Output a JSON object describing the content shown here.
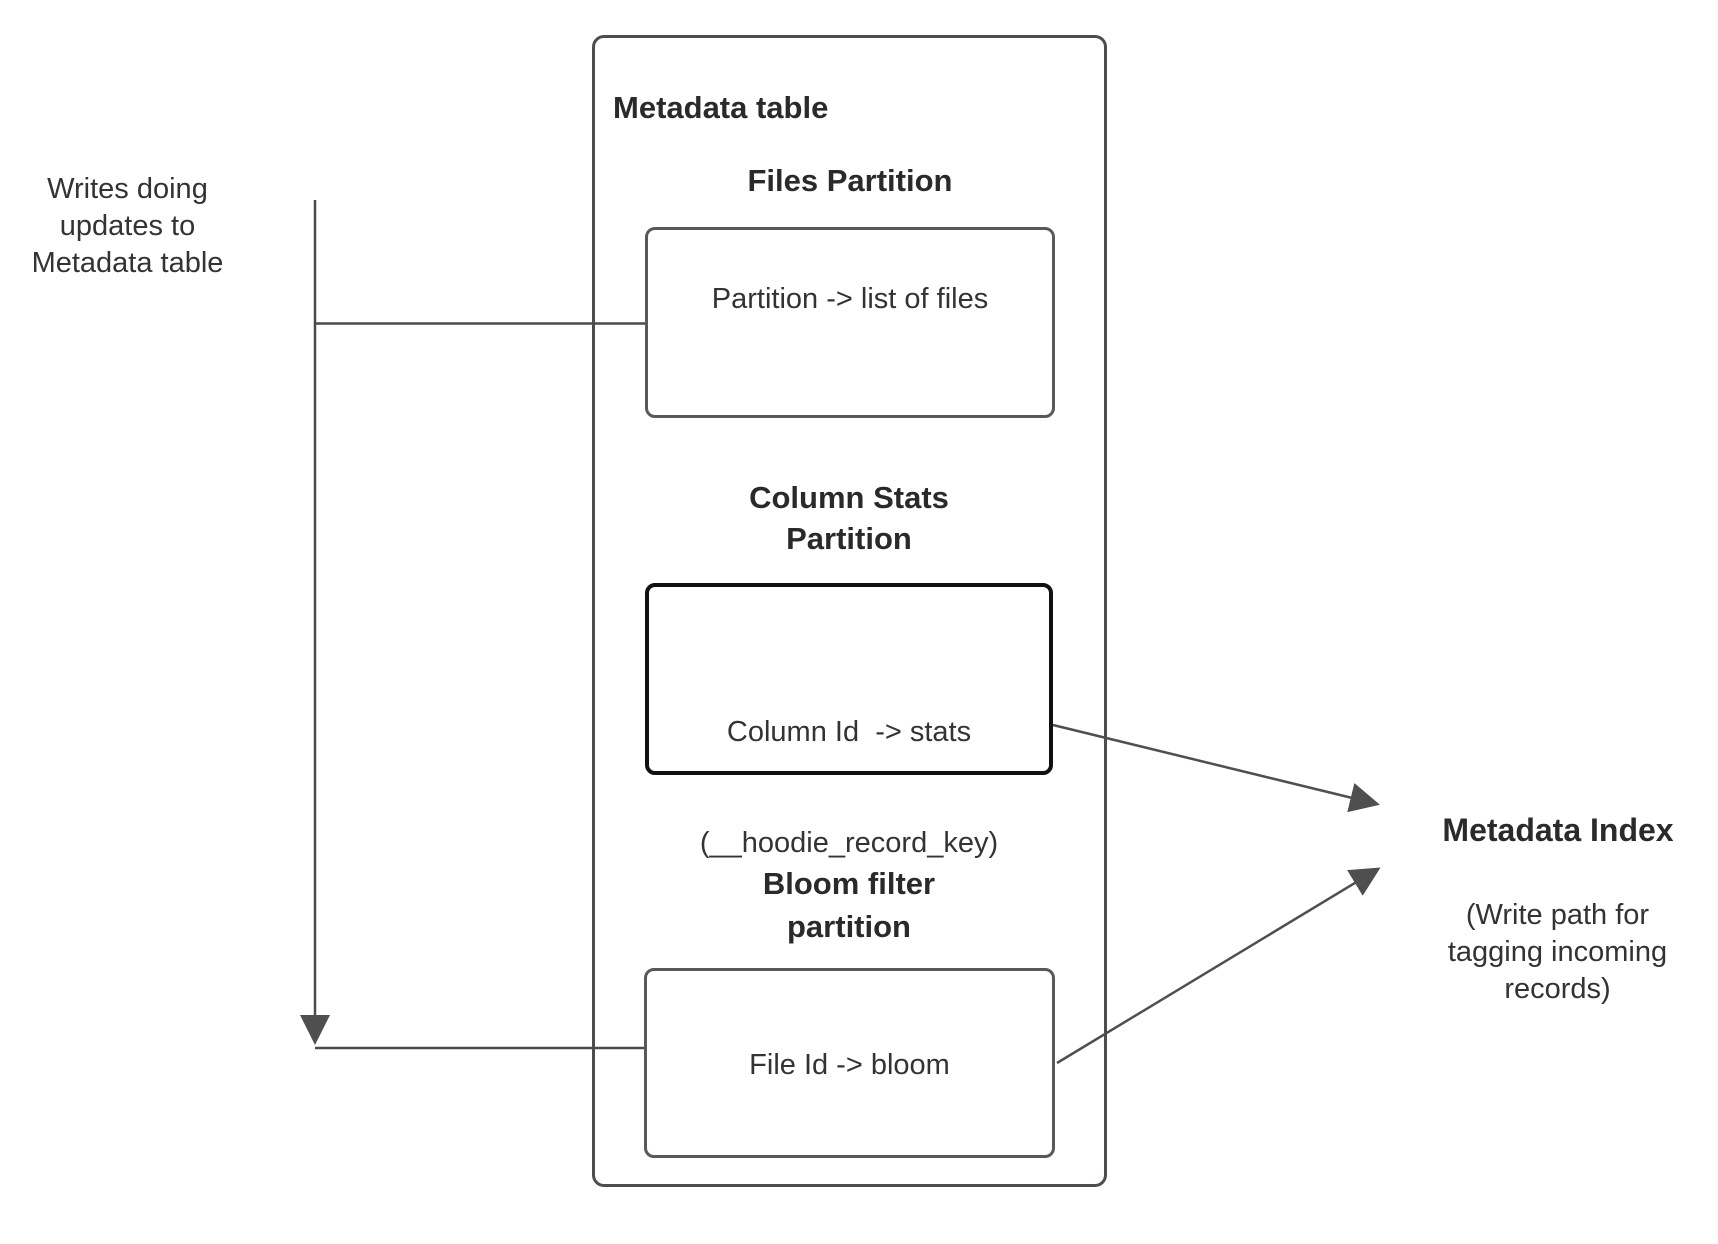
{
  "left_note": {
    "lines": [
      "Writes doing",
      "updates to",
      "Metadata table"
    ]
  },
  "metadata_table": {
    "title": "Metadata table",
    "files_partition": {
      "heading": "Files Partition",
      "box_label": "Partition -> list of files"
    },
    "column_stats_partition": {
      "heading_lines": [
        "Column Stats",
        "Partition"
      ],
      "box_label_lines": [
        "Column Id  -> stats",
        "(__hoodie_record_key)"
      ]
    },
    "bloom_filter_partition": {
      "heading_lines": [
        "Bloom filter",
        "partition"
      ],
      "box_label": "File Id -> bloom"
    }
  },
  "metadata_index": {
    "title": "Metadata Index",
    "subtitle_lines": [
      "(Write path for",
      "tagging incoming",
      "records)"
    ]
  },
  "colors": {
    "connector_line": "#4a4a4a",
    "outer_border": "#4d4d4d",
    "inner_border": "#595959",
    "stats_border": "#111111",
    "heading_text": "#2a2a2a",
    "body_text": "#333333"
  }
}
